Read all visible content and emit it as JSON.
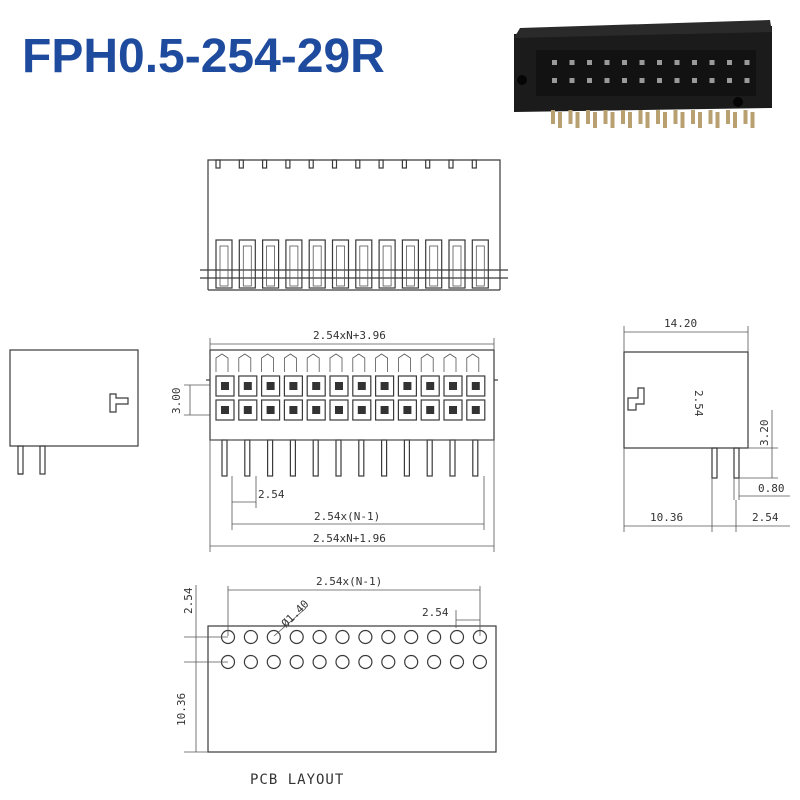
{
  "title": "FPH0.5-254-29R",
  "colors": {
    "title": "#1f4b9e",
    "line": "#3a3a3a",
    "product": "#1b1b1b"
  },
  "labels": {
    "overall_top": "2.54xN+3.96",
    "pitch_height": "3.00",
    "pitch_bottom": "2.54",
    "span": "2.54x(N-1)",
    "overall_bottom": "2.54xN+1.96",
    "side_width": "14.20",
    "side_pitch": "2.54",
    "side_lead": "3.20",
    "side_pin": "0.80",
    "side_offset": "10.36",
    "side_end": "2.54",
    "pcb_span": "2.54x(N-1)",
    "pcb_pitch_row": "2.54",
    "pcb_pitch_col": "2.54",
    "pcb_hole": "Ø1.40",
    "pcb_height": "10.36",
    "pcb_caption": "PCB LAYOUT"
  },
  "pins_per_row": 12
}
